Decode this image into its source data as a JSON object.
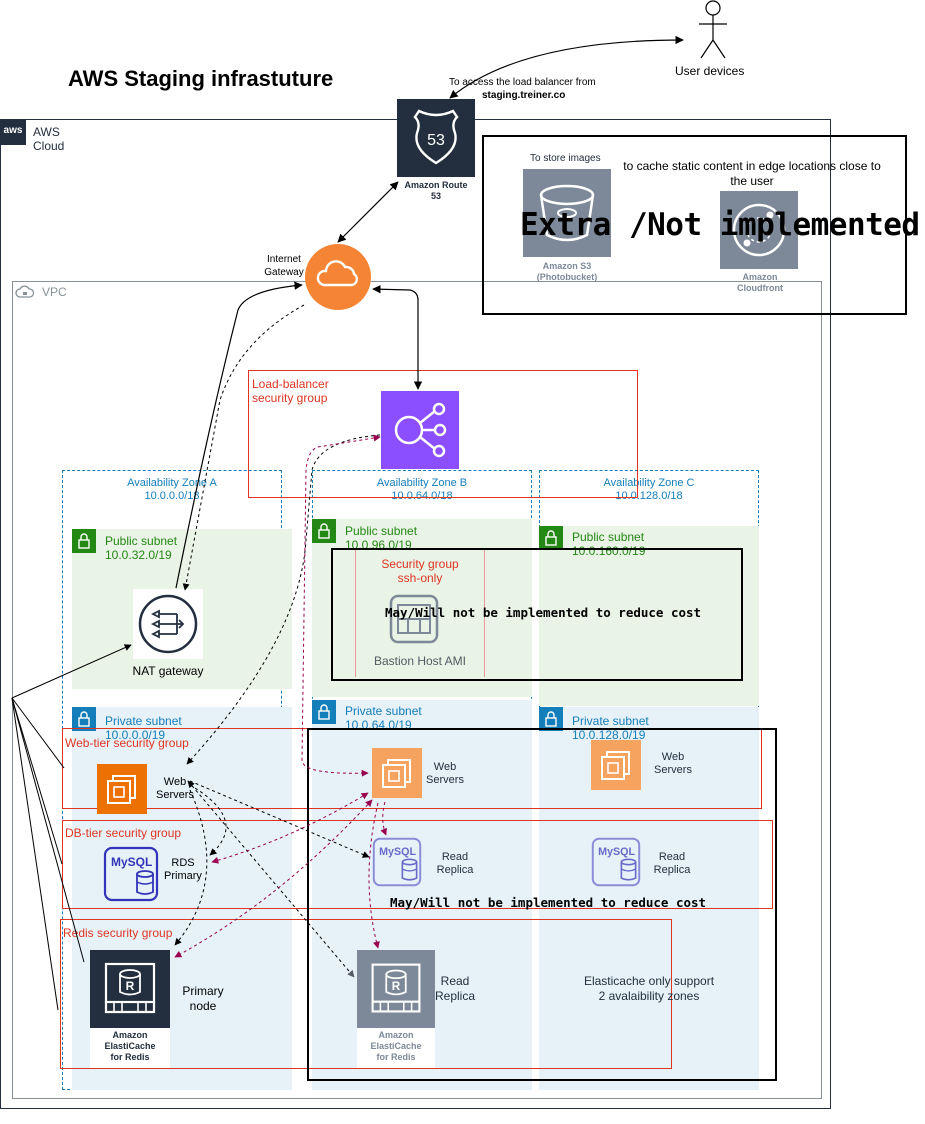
{
  "title": "AWS Staging infrastuture",
  "user": {
    "label": "User devices"
  },
  "route53": {
    "note_line1": "To access the load balancer from",
    "note_domain": "staging.treiner.co",
    "label": "Amazon Route\n53",
    "badge": "53"
  },
  "cloud": {
    "label": "AWS\nCloud",
    "logo": "aws"
  },
  "vpc": {
    "label": "VPC"
  },
  "igw": {
    "label": "Internet\nGateway"
  },
  "extra": {
    "s3_note": "To store images",
    "cf_note": "to cache static content in edge locations close to\nthe user",
    "s3_label": "Amazon S3\n(Photobucket)",
    "cf_label": "Amazon\nCloudfront",
    "banner": "Extra /Not implemented"
  },
  "lb_sg": {
    "label": "Load-balancer\nsecurity group"
  },
  "zones": {
    "a": {
      "name": "Availability Zone A",
      "cidr": "10.0.0.0/18",
      "public_name": "Public subnet",
      "public_cidr": "10.0.32.0/19",
      "private_name": "Private subnet",
      "private_cidr": "10.0.0.0/19"
    },
    "b": {
      "name": "Availability Zone B",
      "cidr": "10.0.64.0/18",
      "public_name": "Public subnet",
      "public_cidr": "10.0.96.0/19",
      "private_name": "Private subnet",
      "private_cidr": "10.0.64.0/19"
    },
    "c": {
      "name": "Availability Zone C",
      "cidr": "10.0.128.0/18",
      "public_name": "Public subnet",
      "public_cidr": "10.0.160.0/19",
      "private_name": "Private subnet",
      "private_cidr": "10.0.128.0/19"
    }
  },
  "nat": {
    "label": "NAT gateway"
  },
  "bastion": {
    "sg": "Security group\nssh-only",
    "label": "Bastion Host AMI"
  },
  "not_impl_1": "May/Will not be implemented to reduce cost",
  "not_impl_2": "May/Will not be implemented to reduce cost",
  "web_sg": {
    "label": "Web-tier security group"
  },
  "db_sg": {
    "label": "DB-tier security group"
  },
  "redis_sg": {
    "label": "Redis security group"
  },
  "web_a": {
    "label": "Web\nServers"
  },
  "web_b": {
    "label": "Web\nServers"
  },
  "web_c": {
    "label": "Web\nServers"
  },
  "rds_a": {
    "label": "RDS\nPrimary",
    "badge": "MySQL"
  },
  "rds_b": {
    "label": "Read\nReplica",
    "badge": "MySQL"
  },
  "rds_c": {
    "label": "Read\nReplica",
    "badge": "MySQL"
  },
  "redis_a": {
    "label": "Primary\nnode",
    "caption": "Amazon\nElastiCache\nfor Redis",
    "badge": "R"
  },
  "redis_b": {
    "label": "Read\nReplica",
    "caption": "Amazon\nElastiCache\nfor Redis",
    "badge": "R"
  },
  "elasticache_note": "Elasticache only support\n2 avalaibility zones",
  "colors": {
    "route53": "#232f3e",
    "s3": "#7d8998",
    "igw": "#f58534",
    "elb": "#8c4fff",
    "ec2": "#ed7100",
    "rds": "#3334b9",
    "redis_a": "#232f3e",
    "redis_b": "#7d8998",
    "arrow_dark": "#000000",
    "arrow_maroon": "#99004d",
    "sg_red": "#dd3522"
  }
}
